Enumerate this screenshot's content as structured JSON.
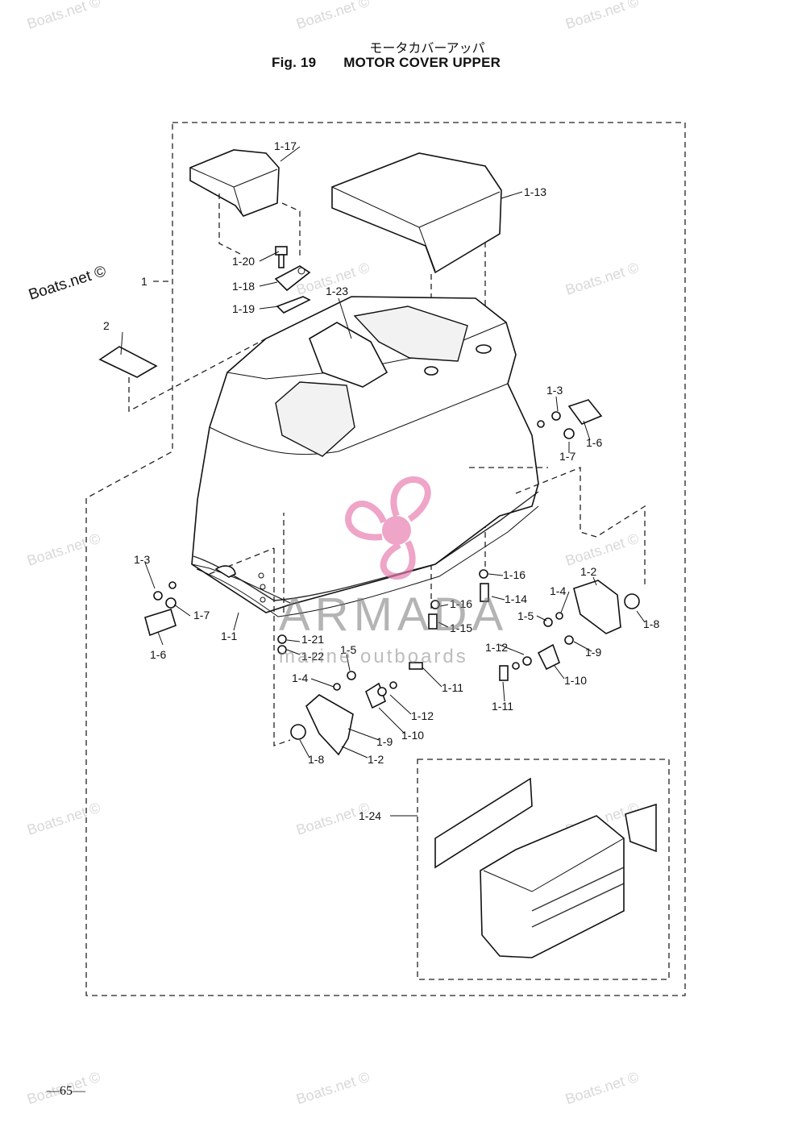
{
  "header": {
    "title_jp": "モータカバーアッパ",
    "fig_label": "Fig. 19",
    "title_en": "MOTOR COVER UPPER"
  },
  "callouts": {
    "p1": "1",
    "p2": "2",
    "p1_1": "1-1",
    "p1_2a": "1-2",
    "p1_2b": "1-2",
    "p1_3a": "1-3",
    "p1_3b": "1-3",
    "p1_4a": "1-4",
    "p1_4b": "1-4",
    "p1_5a": "1-5",
    "p1_5b": "1-5",
    "p1_6a": "1-6",
    "p1_6b": "1-6",
    "p1_7a": "1-7",
    "p1_7b": "1-7",
    "p1_8a": "1-8",
    "p1_8b": "1-8",
    "p1_9a": "1-9",
    "p1_9b": "1-9",
    "p1_10a": "1-10",
    "p1_10b": "1-10",
    "p1_11a": "1-11",
    "p1_11b": "1-11",
    "p1_12a": "1-12",
    "p1_12b": "1-12",
    "p1_13": "1-13",
    "p1_14": "1-14",
    "p1_15": "1-15",
    "p1_16a": "1-16",
    "p1_16b": "1-16",
    "p1_17": "1-17",
    "p1_18": "1-18",
    "p1_19": "1-19",
    "p1_20": "1-20",
    "p1_21": "1-21",
    "p1_22": "1-22",
    "p1_23": "1-23",
    "p1_24": "1-24"
  },
  "watermarks": {
    "boats": "Boats.net ©",
    "armada": "ARMADA",
    "armada_sub": "marine outboards"
  },
  "footer": {
    "page_number": "—65—"
  },
  "colors": {
    "logo_pink": "#e87fb0",
    "watermark_gray": "#d8d8d8"
  }
}
